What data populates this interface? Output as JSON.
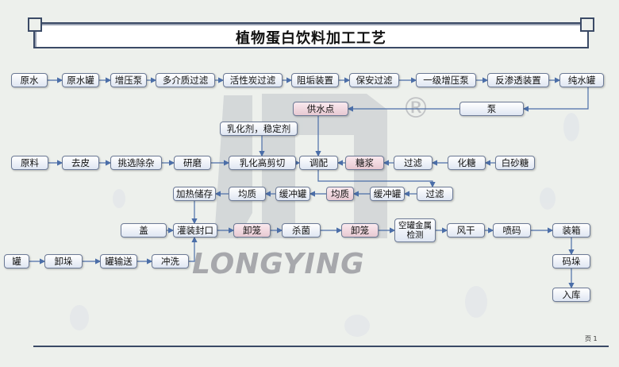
{
  "title": "植物蛋白饮料加工工艺",
  "page_label": "页 1",
  "watermark": {
    "brand": "LONGYING",
    "mark": "®"
  },
  "nodes": {
    "yuanshui": "原水",
    "yuanshuiguan": "原水罐",
    "zengyabeng": "增压泵",
    "duojiezhi": "多介质过滤",
    "huoxingtan": "活性炭过滤",
    "zugou": "阻垢装置",
    "baoan": "保安过滤",
    "yiji": "一级增压泵",
    "fanshentou": "反渗透装置",
    "chunshui": "纯水罐",
    "beng": "泵",
    "gongshuidian": "供水点",
    "ruhuaji": "乳化剂，稳定剂",
    "yuanliao": "原料",
    "qupi": "去皮",
    "tiaoxuan": "挑选除杂",
    "yanmo": "研磨",
    "ruhuagaojian": "乳化高剪切",
    "tiaopei": "调配",
    "tangjiang": "糖浆",
    "guolv1": "过滤",
    "huatang": "化糖",
    "baishatang": "白砂糖",
    "jiare": "加热储存",
    "junzhi1": "均质",
    "huanchong1": "缓冲罐",
    "junzhi2": "均质",
    "huanchong2": "缓冲罐",
    "guolv2": "过滤",
    "gai": "盖",
    "guanzhuang": "灌装封口",
    "xielong1": "卸笼",
    "shajun": "杀菌",
    "xielong2": "卸笼",
    "konggaun": "空罐金属检测",
    "fenggan": "风干",
    "penma": "喷码",
    "zhuangxiang": "装箱",
    "guan": "罐",
    "xieduo": "卸垛",
    "guanshusong": "罐输送",
    "chongxi": "冲洗",
    "maduo": "码垛",
    "ruku": "入库"
  }
}
